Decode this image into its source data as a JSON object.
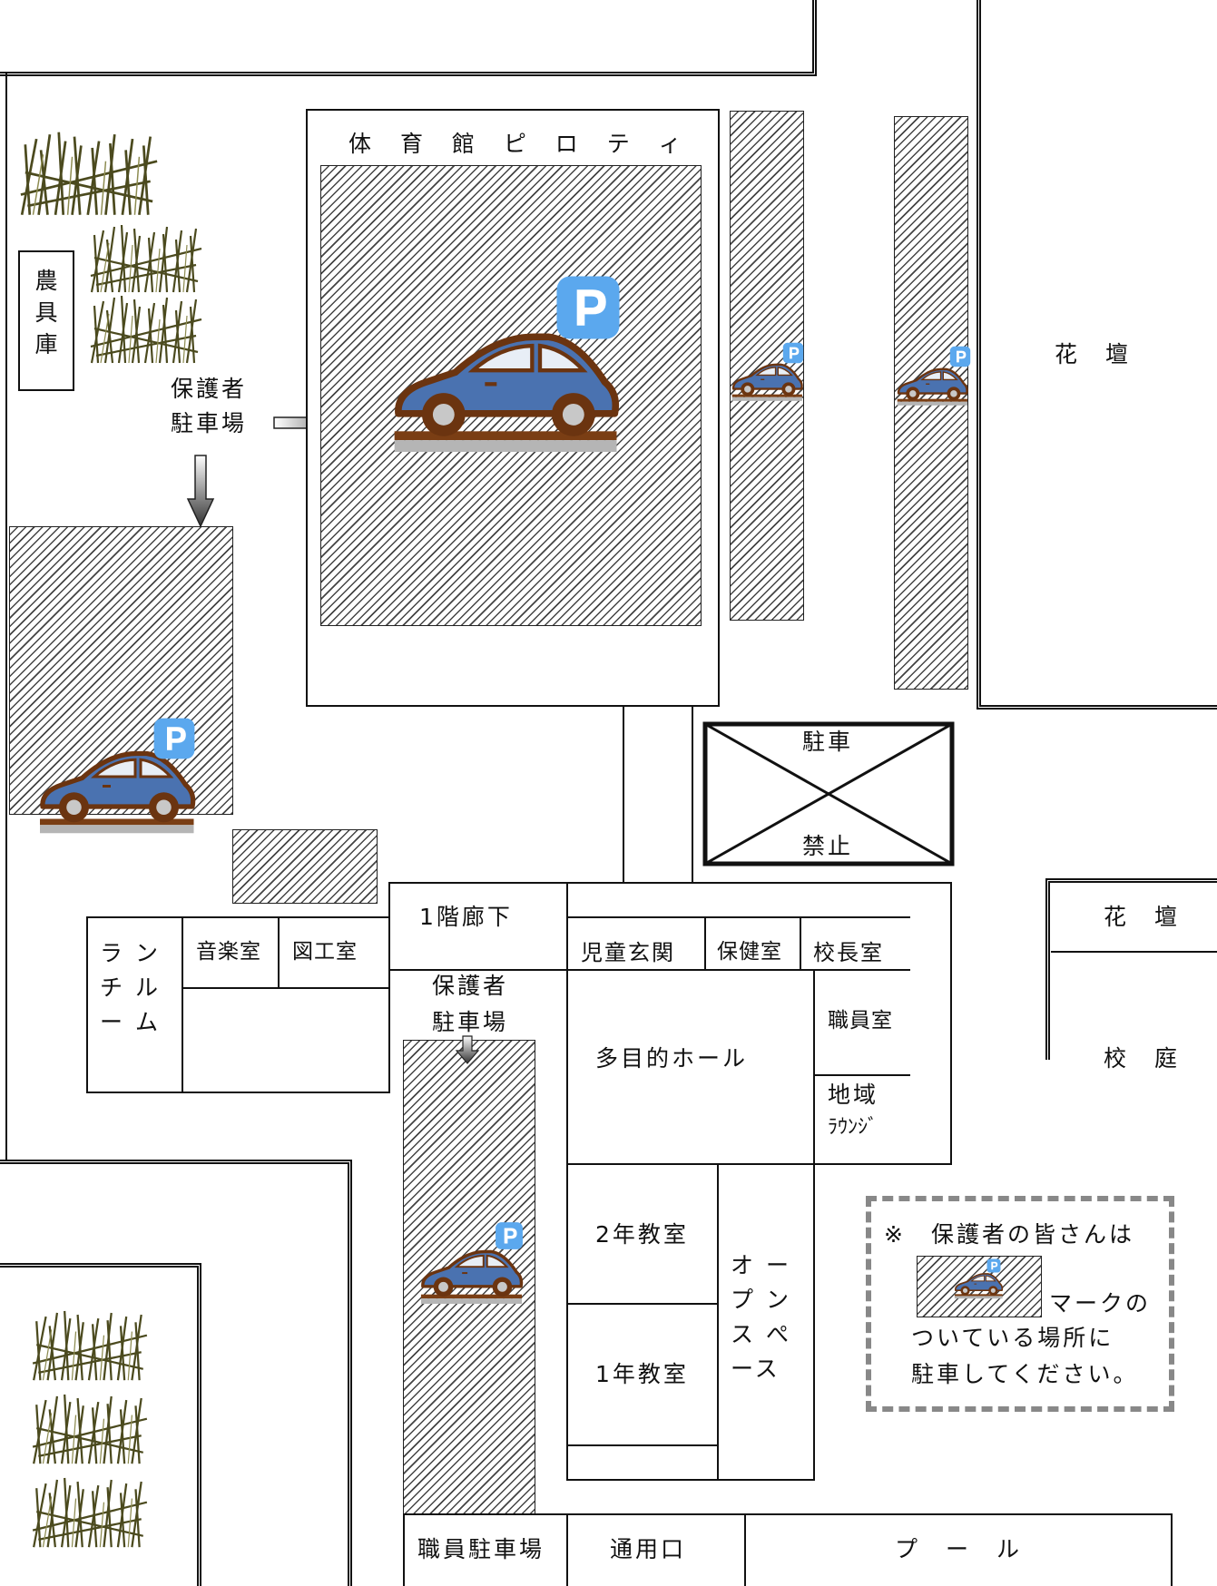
{
  "map": {
    "gym_piloti": "体 育 館 ピ ロ テ ィ",
    "farm_storage": "農具庫",
    "parent_parking_top": [
      "保護者",
      "駐車場"
    ],
    "parent_parking_mid": [
      "保護者",
      "駐車場"
    ],
    "flowerbed_right": "花　壇",
    "flowerbed_small": "花　壇",
    "schoolyard": "校　庭",
    "no_parking_top": "駐車",
    "no_parking_bottom": "禁止",
    "corridor_1f": "1階廊下",
    "lunch_room": [
      "ラ ン",
      "チ ル",
      "ー ム"
    ],
    "music_room": "音楽室",
    "art_room": "図工室",
    "student_entrance": "児童玄関",
    "nurse_room": "保健室",
    "principal_room": "校長室",
    "staff_room": "職員室",
    "multi_hall": "多目的ホール",
    "community_lounge_line1": "地域",
    "community_lounge_line2": "ﾗｳﾝｼﾞ",
    "grade2_room": "2年教室",
    "grade1_room": "1年教室",
    "open_space": [
      "オ ー",
      "プ ン",
      "ス ぺ",
      "ース"
    ],
    "staff_parking": "職員駐車場",
    "service_entrance": "通用口",
    "pool": "プ　ー　ル"
  },
  "notice": {
    "line1": "※　保護者の皆さんは",
    "line2": "マークの",
    "line3": "ついている場所に",
    "line4": "駐車してください。"
  },
  "parking_sign": "P",
  "colors": {
    "car_body": "#4a72b0",
    "car_outline": "#6b3410",
    "parking_sign": "#5ba8ee",
    "road": "#7a3e14"
  }
}
